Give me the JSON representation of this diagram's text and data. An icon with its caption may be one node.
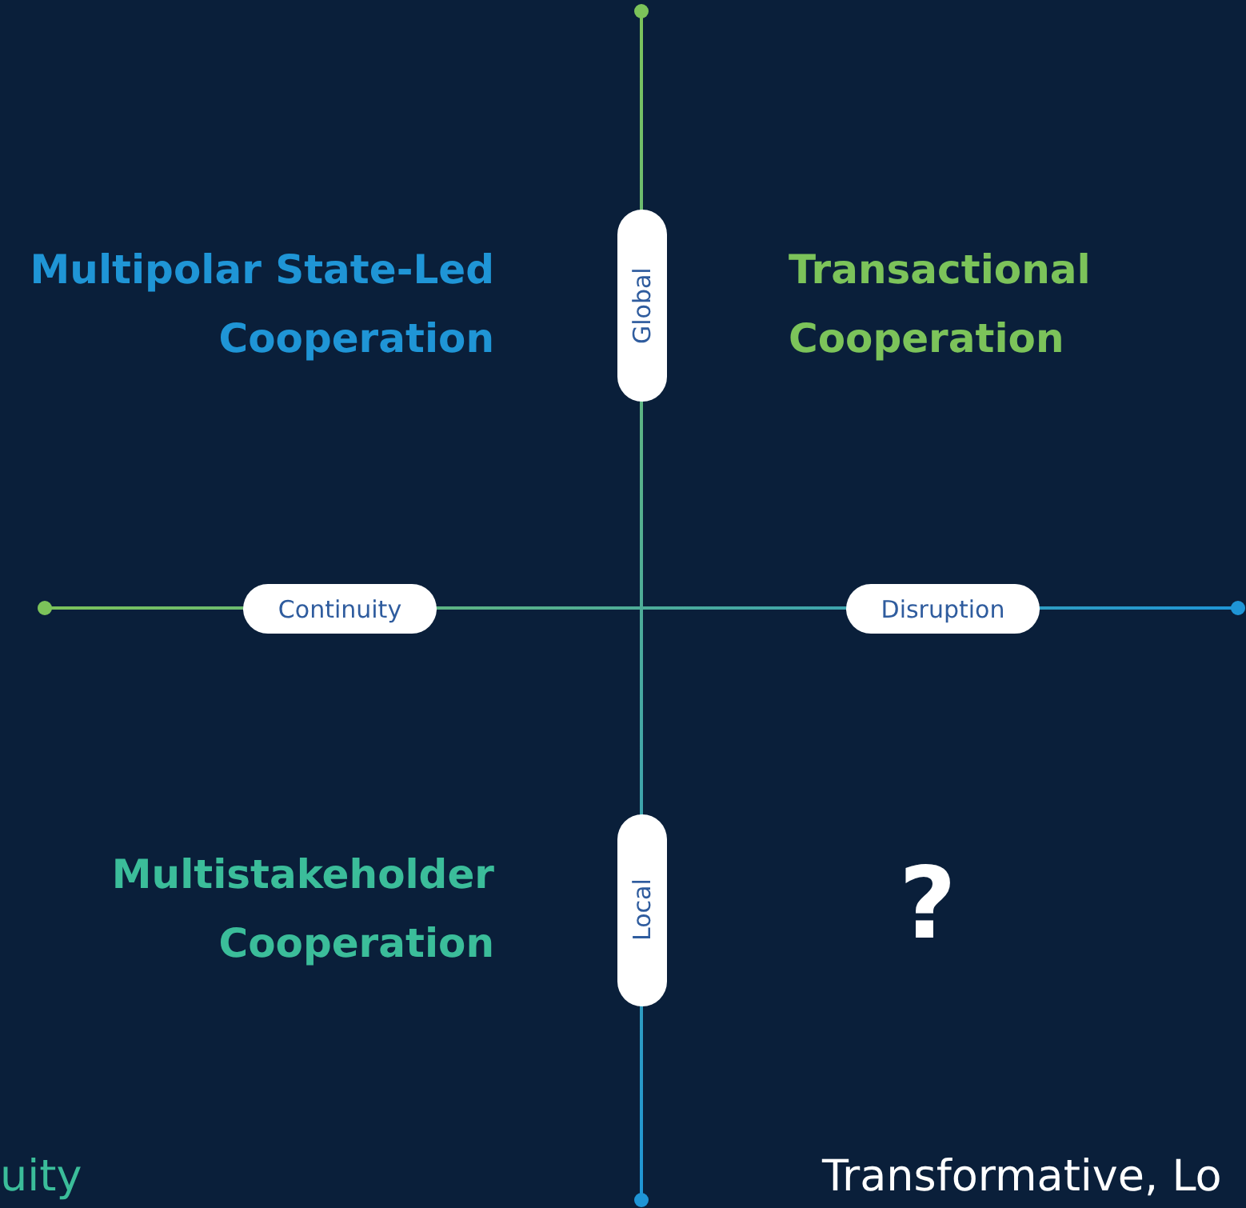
{
  "diagram": {
    "labels": [
      "Multipolar State-Led Cooperation",
      "Global",
      "Transactional Cooperation",
      "Continuity",
      "Disruption",
      "Multistakeholder Cooperation",
      "Local",
      "?",
      "uity",
      "Transformative, Lo"
    ]
  }
}
